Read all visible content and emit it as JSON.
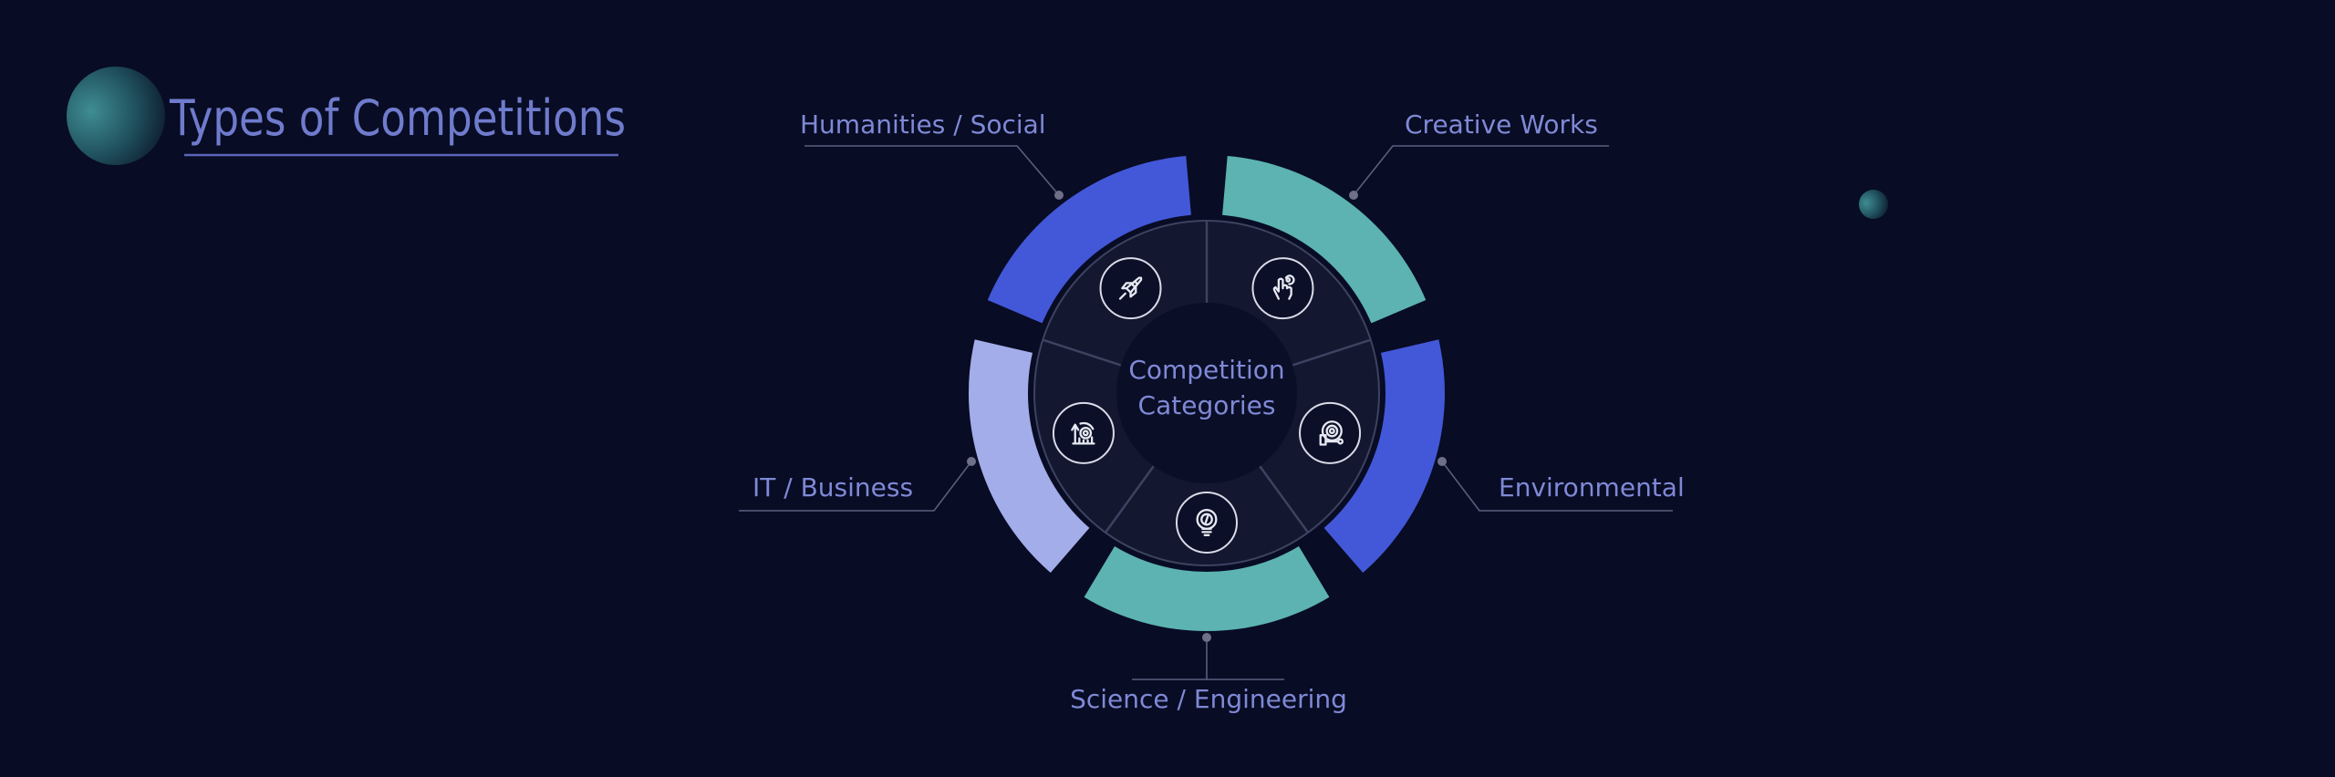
{
  "title": "Types of Competitions",
  "center": {
    "line1": "Competition",
    "line2": "Categories"
  },
  "categories": [
    {
      "label": "Humanities / Social",
      "icon": "rocket-icon",
      "color": "#4358d8"
    },
    {
      "label": "Creative Works",
      "icon": "hand-touch-icon",
      "color": "#5cb3b2"
    },
    {
      "label": "Environmental",
      "icon": "target-device-icon",
      "color": "#4358d8"
    },
    {
      "label": "Science / Engineering",
      "icon": "lightbulb-gear-icon",
      "color": "#5cb3b2"
    },
    {
      "label": "IT / Business",
      "icon": "growth-gear-icon",
      "color": "#a3ade9"
    }
  ],
  "colors": {
    "background": "#080c24",
    "text": "#7f89d6",
    "disc": "#13172f",
    "hub": "#0a0e26"
  }
}
